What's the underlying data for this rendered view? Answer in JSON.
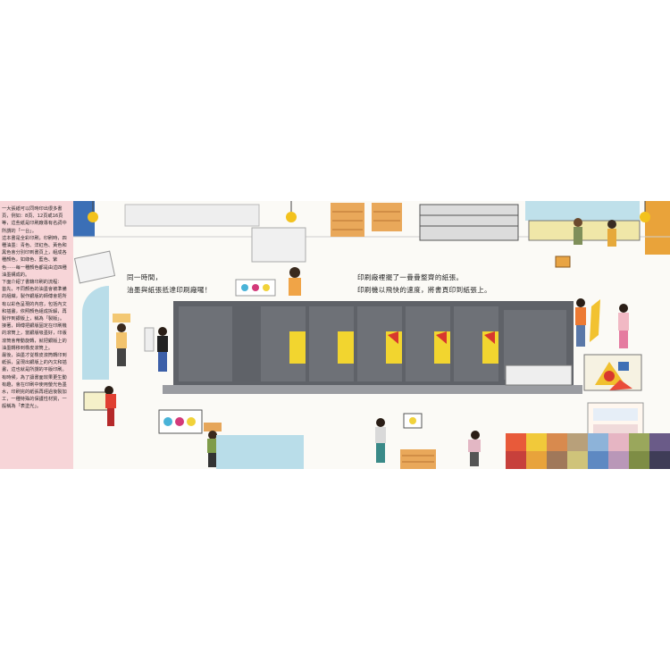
{
  "left_panel": {
    "text": "一大張紙可以同時印出很多書頁，例如：8頁、12頁或16頁等，這些紙是印刷廠專有名詞中所謂的「一台」。\n這本書是全彩印刷，印刷時，四種油墨：青色、洋紅色、黃色和黑色會分別印到書頁上，組成各種顏色，如綠色、藍色、紫色⋯⋯每一種顏色都是由這四種油墨構成的。\n下面介紹了書籍印刷的流程：\n首先，不同顏色的油墨會被準備的組織，製作銀版的師傅會把所有以彩色呈現的內容，包括內文和插畫，依照顏色組成拆解，再製作到銀版上，稱為「製版」。\n接著，師傅把銀版固定在印刷機的滾筒上，當銀版吸墨好，印版滾筒會帶動旋轉，就把銀版上的油墨轉移到橡皮滾筒上。\n最後，油墨才從橡皮滾筒轉印到紙張，呈現出銀版上的內文和插畫，這也就是所謂的平版印刷。\n有時候，為了讓書面效果更生動有趣，會在印刷中使用螢光色墨水，印刷完的紙張再經過後製加工，一種特殊的保護性材質，一般稱為「表塗光」。"
  },
  "captions": {
    "line1_left": "同一時間，",
    "line2_left": "油墨與紙張抵達印刷廠囉！",
    "line1_right": "印刷廠裡擺了一疊疊整齊的紙張。",
    "line2_right": "印刷機以飛快的速度，將書頁印到紙張上。"
  },
  "colors": {
    "sidebar_bg": "#f7d5d8",
    "machine_gray": "#6b6e74",
    "ink_yellow": "#f2d52f",
    "ink_red": "#d8382e",
    "pallet_orange": "#e6a65a",
    "floor_blue": "#b9dde9"
  },
  "swatches": [
    "#e85a3a",
    "#f1c93a",
    "#d88a4e",
    "#b8a07a",
    "#8db3d9",
    "#e6b5c3",
    "#9aa75c",
    "#6a5b88",
    "#c7403b",
    "#e8a33b",
    "#a0785a",
    "#cfc37a",
    "#5e89c2",
    "#b997b8",
    "#7e8d45",
    "#3f3d57"
  ]
}
